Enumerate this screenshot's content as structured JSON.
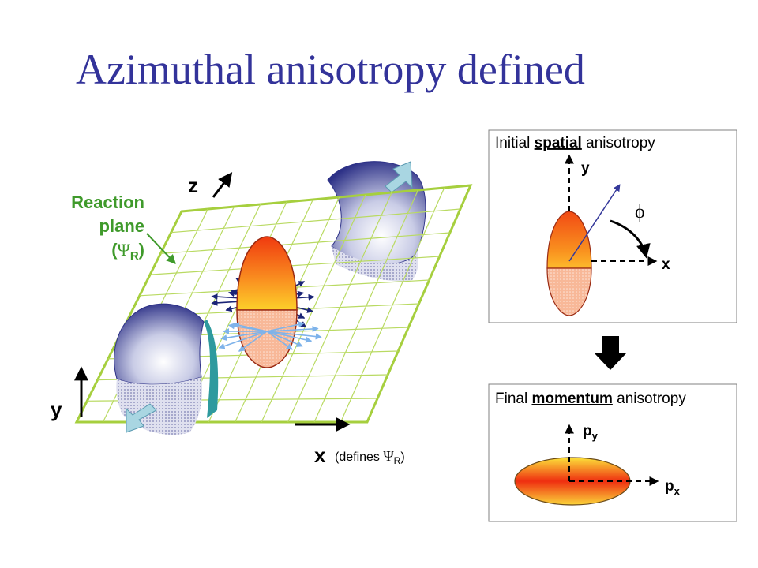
{
  "title": "Azimuthal anisotropy defined",
  "collision": {
    "axis_z": "z",
    "axis_y": "y",
    "axis_x": "x",
    "axis_x_note_prefix": "(defines ",
    "psi": "Ψ",
    "sub_r": "R",
    "close_paren": ")",
    "reaction_plane_line1": "Reaction",
    "reaction_plane_line2": "plane",
    "reaction_plane_psi_open": "(",
    "colors": {
      "plane": "#a6cf3e",
      "label_green": "#3f9a2b",
      "nucleus": "#3a3f92"
    }
  },
  "spatial_panel": {
    "title_prefix": "Initial ",
    "title_bold": "spatial",
    "title_suffix": " anisotropy",
    "axis_y": "y",
    "axis_x": "x",
    "angle": "ϕ"
  },
  "momentum_panel": {
    "title_prefix": "Final ",
    "title_bold": "momentum",
    "title_suffix": " anisotropy",
    "axis_py_base": "p",
    "axis_py_sub": "y",
    "axis_px_base": "p",
    "axis_px_sub": "x"
  }
}
